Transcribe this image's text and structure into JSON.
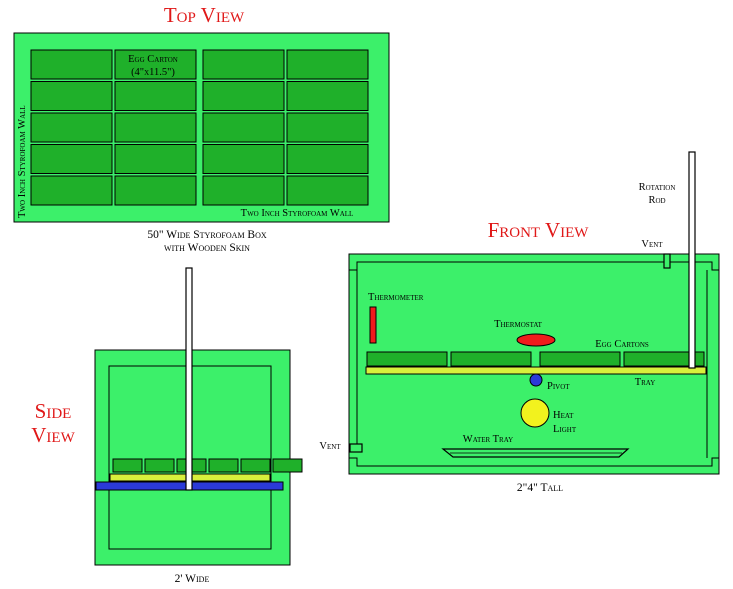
{
  "top_view": {
    "title": "Top View",
    "carton_label_line1": "Egg Carton",
    "carton_label_line2": "(4\"x11.5\")",
    "left_wall_label": "Two Inch Styrofoam Wall",
    "bottom_wall_label": "Two Inch Styrofoam Wall",
    "caption_line1": "50\" Wide Styrofoam Box",
    "caption_line2": "with Wooden Skin"
  },
  "side_view": {
    "title_line1": "Side",
    "title_line2": "View",
    "caption": "2' Wide"
  },
  "front_view": {
    "title": "Front View",
    "rotation_rod_line1": "Rotation",
    "rotation_rod_line2": "Rod",
    "vent_top": "Vent",
    "vent_left": "Vent",
    "thermometer": "Thermometer",
    "thermostat": "Thermostat",
    "egg_cartons": "Egg Cartons",
    "pivot": "Pivot",
    "tray": "Tray",
    "heat_light_line1": "Heat",
    "heat_light_line2": "Light",
    "water_tray": "Water Tray",
    "caption": "2\"4\" Tall"
  },
  "colors": {
    "box_fill": "#3cf06a",
    "carton_fill": "#1fb02a",
    "tray_fill": "#d8f03c",
    "side_bar": "#2b3ad8",
    "thermostat": "#f01c1c",
    "heat_light": "#f2f21e",
    "pivot": "#2b3ad8",
    "title_red": "#e01818"
  }
}
